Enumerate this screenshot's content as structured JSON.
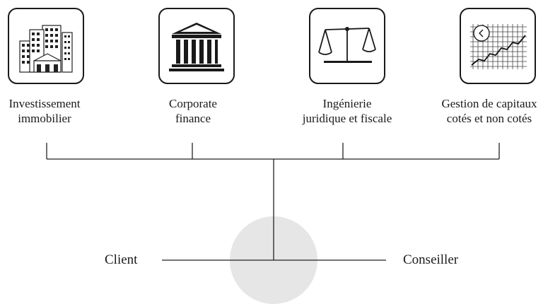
{
  "domains": [
    {
      "id": "immobilier",
      "icon": "buildings-icon",
      "line1": "Investissement",
      "line2": "immobilier"
    },
    {
      "id": "corporate",
      "icon": "classical-building-icon",
      "line1": "Corporate",
      "line2": "finance"
    },
    {
      "id": "juridique",
      "icon": "balance-scale-icon",
      "line1": "Ingénierie",
      "line2": "juridique et fiscale"
    },
    {
      "id": "capitaux",
      "icon": "stock-chart-icon",
      "line1": "Gestion de capitaux",
      "line2": "cotés et non cotés"
    }
  ],
  "parties": {
    "left": "Client",
    "right": "Conseiller"
  },
  "colors": {
    "line": "#222222",
    "circle": "#e6e6e6",
    "icon_border": "#1a1a1a"
  }
}
